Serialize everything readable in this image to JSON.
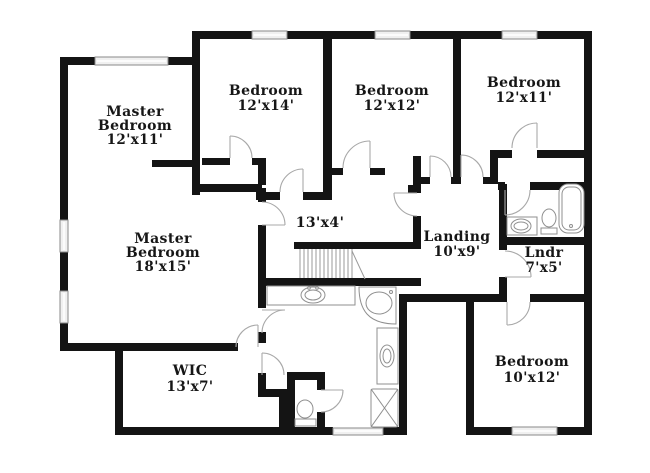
{
  "page": {
    "background": "#ffffff",
    "type": "floor-plan"
  },
  "colors": {
    "wall": "#141414",
    "window_fill": "#f0f0f0",
    "window_stroke": "#8a8a8a",
    "door_arc": "#a8a8a8",
    "fixture_stroke": "#8f8f8f",
    "stair_stroke": "#9a9a9a",
    "label_text": "#161616"
  },
  "rooms": {
    "master_bedroom_upper": {
      "lines": [
        "Master",
        "Bedroom",
        "12'x11'"
      ]
    },
    "bedroom_12x14": {
      "lines": [
        "Bedroom",
        "12'x14'"
      ]
    },
    "bedroom_12x12": {
      "lines": [
        "Bedroom",
        "12'x12'"
      ]
    },
    "bedroom_12x11": {
      "lines": [
        "Bedroom",
        "12'x11'"
      ]
    },
    "master_bedroom_main": {
      "lines": [
        "Master",
        "Bedroom",
        "18'x15'"
      ]
    },
    "hallway": {
      "lines": [
        "13'x4'"
      ]
    },
    "landing": {
      "lines": [
        "Landing",
        "10'x9'"
      ]
    },
    "laundry": {
      "lines": [
        "Lndr",
        "7'x5'"
      ]
    },
    "wic": {
      "lines": [
        "WIC",
        "13'x7'"
      ]
    },
    "bedroom_10x12": {
      "lines": [
        "Bedroom",
        "10'x12'"
      ]
    }
  },
  "fixtures": {
    "master_bath": [
      "vanity-sink",
      "corner-tub",
      "vanity-sink",
      "shower",
      "toilet"
    ],
    "hall_bath": [
      "bathtub",
      "toilet",
      "vanity-sink"
    ],
    "stairs": "staircase"
  }
}
